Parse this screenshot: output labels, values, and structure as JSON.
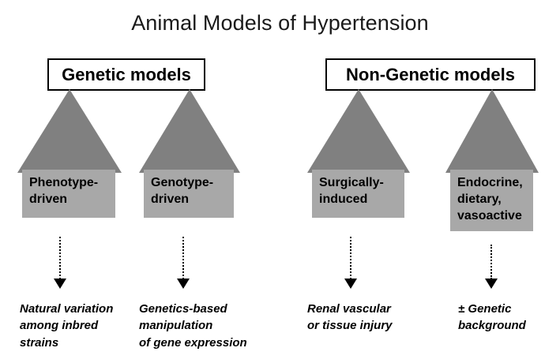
{
  "title": "Animal Models of Hypertension",
  "headers": [
    {
      "label": "Genetic models"
    },
    {
      "label": "Non-Genetic models"
    }
  ],
  "branches": [
    {
      "box_label": "Phenotype-\ndriven",
      "caption": "Natural variation\namong inbred\nstrains"
    },
    {
      "box_label": "Genotype-\ndriven",
      "caption": "Genetics-based\nmanipulation\nof gene expression"
    },
    {
      "box_label": "Surgically-\ninduced",
      "caption": "Renal vascular\nor tissue injury"
    },
    {
      "box_label": "Endocrine,\ndietary,\nvasoactive",
      "caption": "± Genetic\nbackground"
    }
  ],
  "colors": {
    "triangle_fill": "#808080",
    "box_fill": "#a8a8a8",
    "stroke": "#000000",
    "background": "#ffffff",
    "title_color": "#1a1a1a"
  }
}
